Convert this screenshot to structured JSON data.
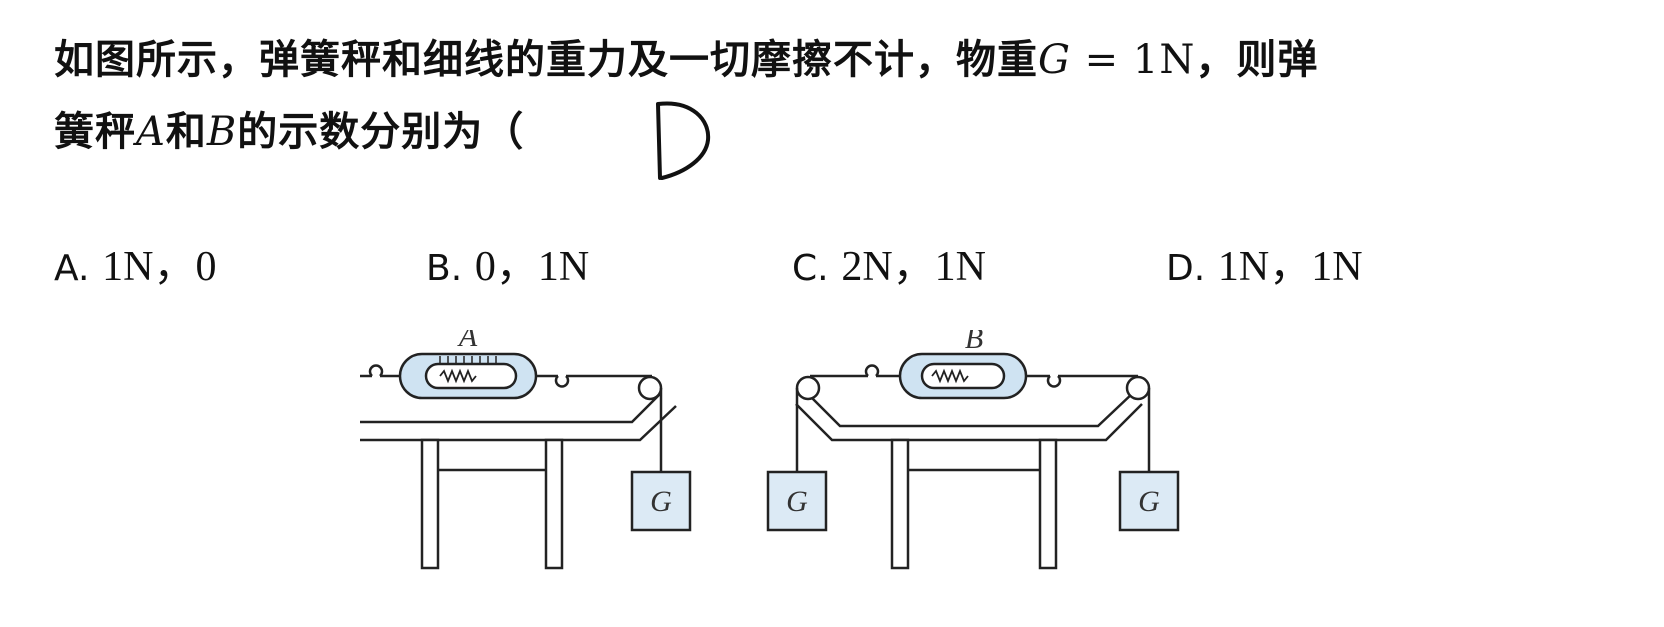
{
  "question": {
    "line1_part1": "如图所示，弹簧秤和细线的重力及一切摩擦不计，物重",
    "line1_var_g": "G",
    "line1_eq": " = 1N",
    "line1_part2": "，则弹",
    "line2_part1": "簧秤",
    "line2_var_a": "A",
    "line2_he": "和",
    "line2_var_b": "B",
    "line2_part2": "的示数分别为（"
  },
  "handwritten_answer": "D",
  "options": [
    {
      "letter": "A.",
      "text": "1N，0"
    },
    {
      "letter": "B.",
      "text": "0，1N"
    },
    {
      "letter": "C.",
      "text": "2N，1N"
    },
    {
      "letter": "D.",
      "text": "1N，1N"
    }
  ],
  "figure": {
    "scale_a_label": "A",
    "scale_b_label": "B",
    "weight_label": "G"
  },
  "colors": {
    "scale_fill": "#cfe3f2",
    "weight_fill": "#dceaf5",
    "line": "#222222"
  }
}
